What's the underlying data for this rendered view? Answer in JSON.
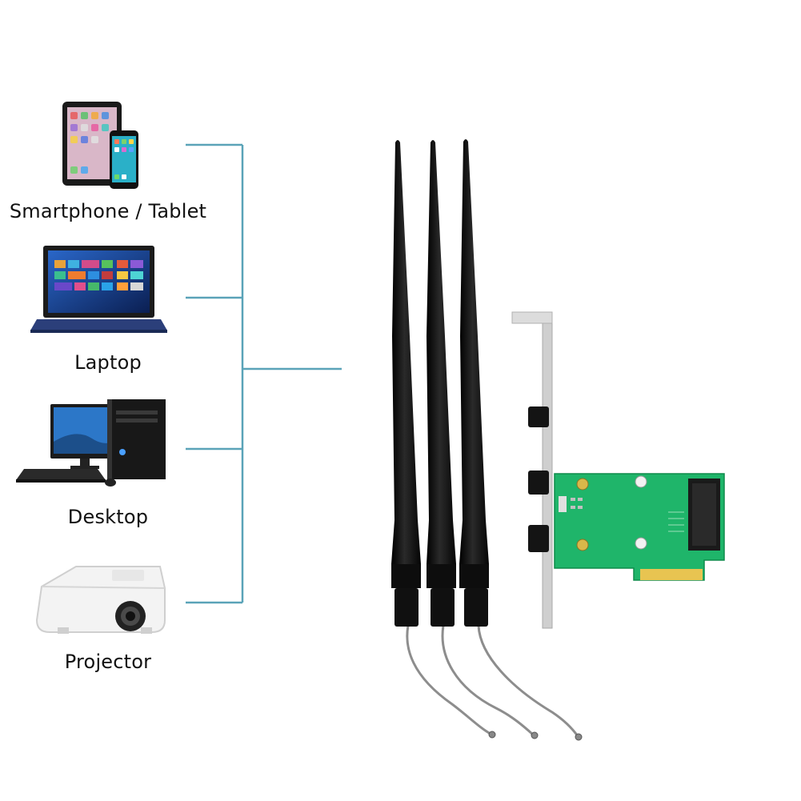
{
  "devices": [
    {
      "label": "Smartphone / Tablet",
      "icon": "tablet-phone-icon"
    },
    {
      "label": "Laptop",
      "icon": "laptop-icon"
    },
    {
      "label": "Desktop",
      "icon": "desktop-icon"
    },
    {
      "label": "Projector",
      "icon": "projector-icon"
    }
  ],
  "colors": {
    "connector_line": "#5aa3b8",
    "antenna": "#141414",
    "pcb": "#1fb56a",
    "bracket": "#c9c9c9",
    "cable": "#8d8d8d"
  }
}
